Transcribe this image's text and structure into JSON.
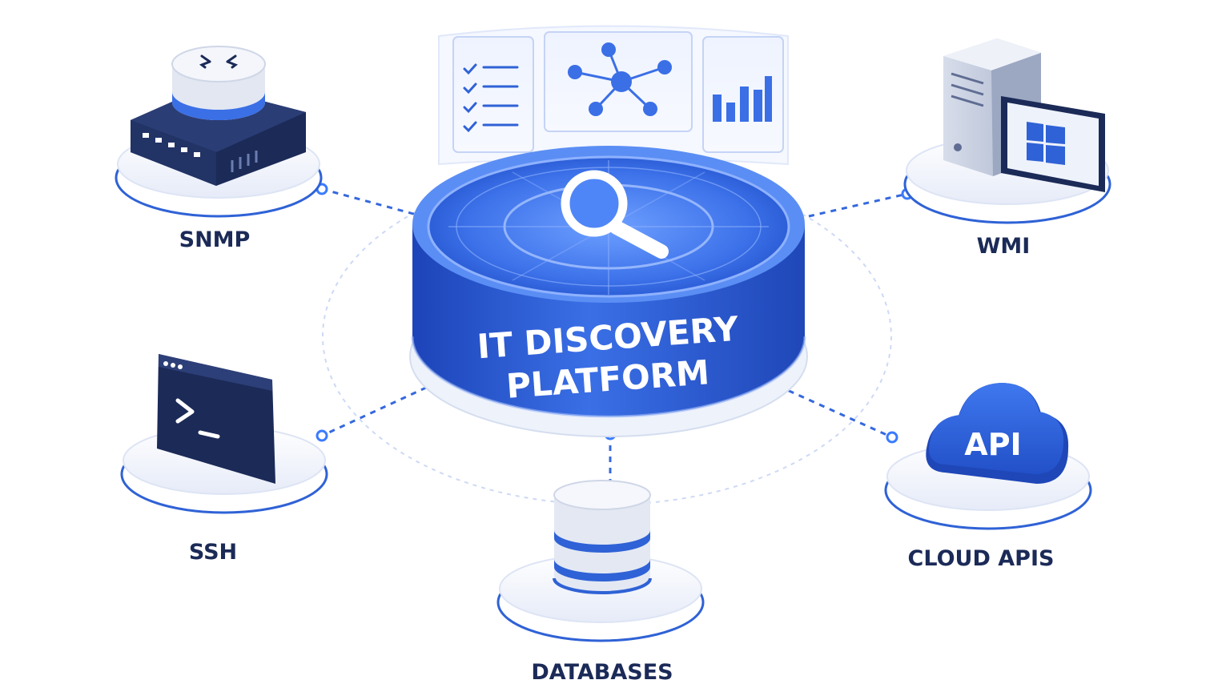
{
  "hub": {
    "title_line1": "IT DISCOVERY",
    "title_line2": "PLATFORM",
    "icon": "magnifier-icon",
    "panels": [
      "checklist-icon",
      "network-nodes-icon",
      "bar-chart-icon"
    ]
  },
  "nodes": {
    "snmp": {
      "label": "SNMP",
      "icon": "router-icon"
    },
    "wmi": {
      "label": "WMI",
      "icon": "windows-server-icon"
    },
    "ssh": {
      "label": "SSH",
      "icon": "terminal-icon"
    },
    "cloud": {
      "label": "CLOUD APIS",
      "icon": "cloud-api-icon",
      "badge": "API"
    },
    "databases": {
      "label": "DATABASES",
      "icon": "database-icon"
    }
  },
  "colors": {
    "primary": "#2f62d6",
    "dark": "#1b2a57",
    "light": "#e9efff",
    "accent": "#4f86f7"
  }
}
